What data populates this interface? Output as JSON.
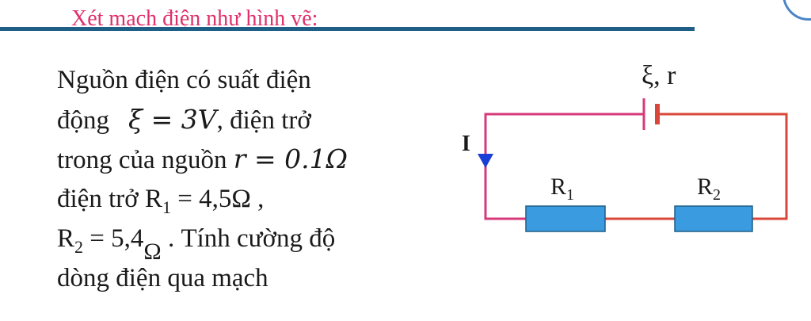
{
  "header": {
    "title": "Xét mạch điện như hình vẽ:"
  },
  "problem": {
    "line1": "Nguồn điện có suất điện",
    "line2_prefix": "động",
    "line2_emf": "ξ = 3V",
    "line2_suffix": ", điện trở",
    "line3_prefix": "trong của nguồn ",
    "line3_r": "r = 0.1Ω",
    "line4_prefix": "điện trở ",
    "line4_R": "R",
    "line4_sub": "1",
    "line4_value": " = 4,5Ω ,",
    "line5_R": "R",
    "line5_sub": "2",
    "line5_value": " = 5,4",
    "line5_omega": "Ω",
    "line5_suffix": " . Tính cường độ",
    "line6": "dòng điện qua mạch"
  },
  "circuit": {
    "source_label": "ξ, r",
    "current_label": "I",
    "r1_label": "R",
    "r1_sub": "1",
    "r2_label": "R",
    "r2_sub": "2",
    "wire_color_left": "#d63a7a",
    "wire_color_right": "#d9463a",
    "resistor_fill": "#3b9be0",
    "resistor_stroke": "#1f5e86",
    "arrow_color": "#1a3fd6"
  }
}
